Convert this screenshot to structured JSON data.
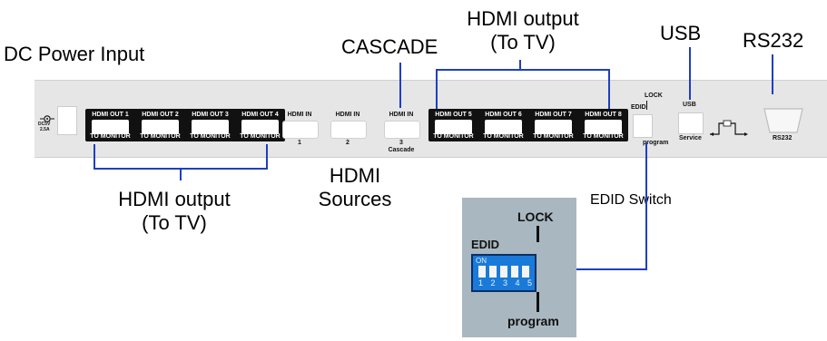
{
  "labels": {
    "dc_power": "DC Power Input",
    "cascade": "CASCADE",
    "hdmi_output_top": [
      "HDMI output",
      "(To TV)"
    ],
    "usb": "USB",
    "rs232": "RS232",
    "hdmi_output_bottom": [
      "HDMI output",
      "(To TV)"
    ],
    "hdmi_sources": [
      "HDMI",
      "Sources"
    ],
    "edid_switch": "EDID Switch"
  },
  "panel": {
    "dc_label": [
      "DC5V",
      "2.5A"
    ],
    "outputs_left": [
      {
        "top": "HDMI  OUT 1",
        "bottom": "TO MONITOR"
      },
      {
        "top": "HDMI  OUT 2",
        "bottom": "TO MONITOR"
      },
      {
        "top": "HDMI  OUT 3",
        "bottom": "TO MONITOR"
      },
      {
        "top": "HDMI  OUT 4",
        "bottom": "TO MONITOR"
      }
    ],
    "inputs": [
      {
        "top": "HDMI  IN",
        "bottom": "1"
      },
      {
        "top": "HDMI  IN",
        "bottom": "2"
      },
      {
        "top": "HDMI  IN",
        "bottom": "3",
        "extra": "Cascade"
      }
    ],
    "outputs_right": [
      {
        "top": "HDMI  OUT 5",
        "bottom": "TO MONITOR"
      },
      {
        "top": "HDMI  OUT 6",
        "bottom": "TO MONITOR"
      },
      {
        "top": "HDMI  OUT 7",
        "bottom": "TO MONITOR"
      },
      {
        "top": "HDMI  OUT 8",
        "bottom": "TO MONITOR"
      }
    ],
    "edid": {
      "lock": "LOCK",
      "edid": "EDID",
      "program": "program"
    },
    "usb": {
      "top": "USB",
      "bottom": "Service"
    },
    "rs232": "RS232"
  },
  "dip_switch": {
    "lock": "LOCK",
    "edid": "EDID",
    "on": "ON",
    "numbers": "1 2 3 4 5",
    "program": "program"
  },
  "colors": {
    "connector_line": "#1f3fbf",
    "dip_block": "#1a7ad9",
    "panel": "#e6e6e6"
  }
}
